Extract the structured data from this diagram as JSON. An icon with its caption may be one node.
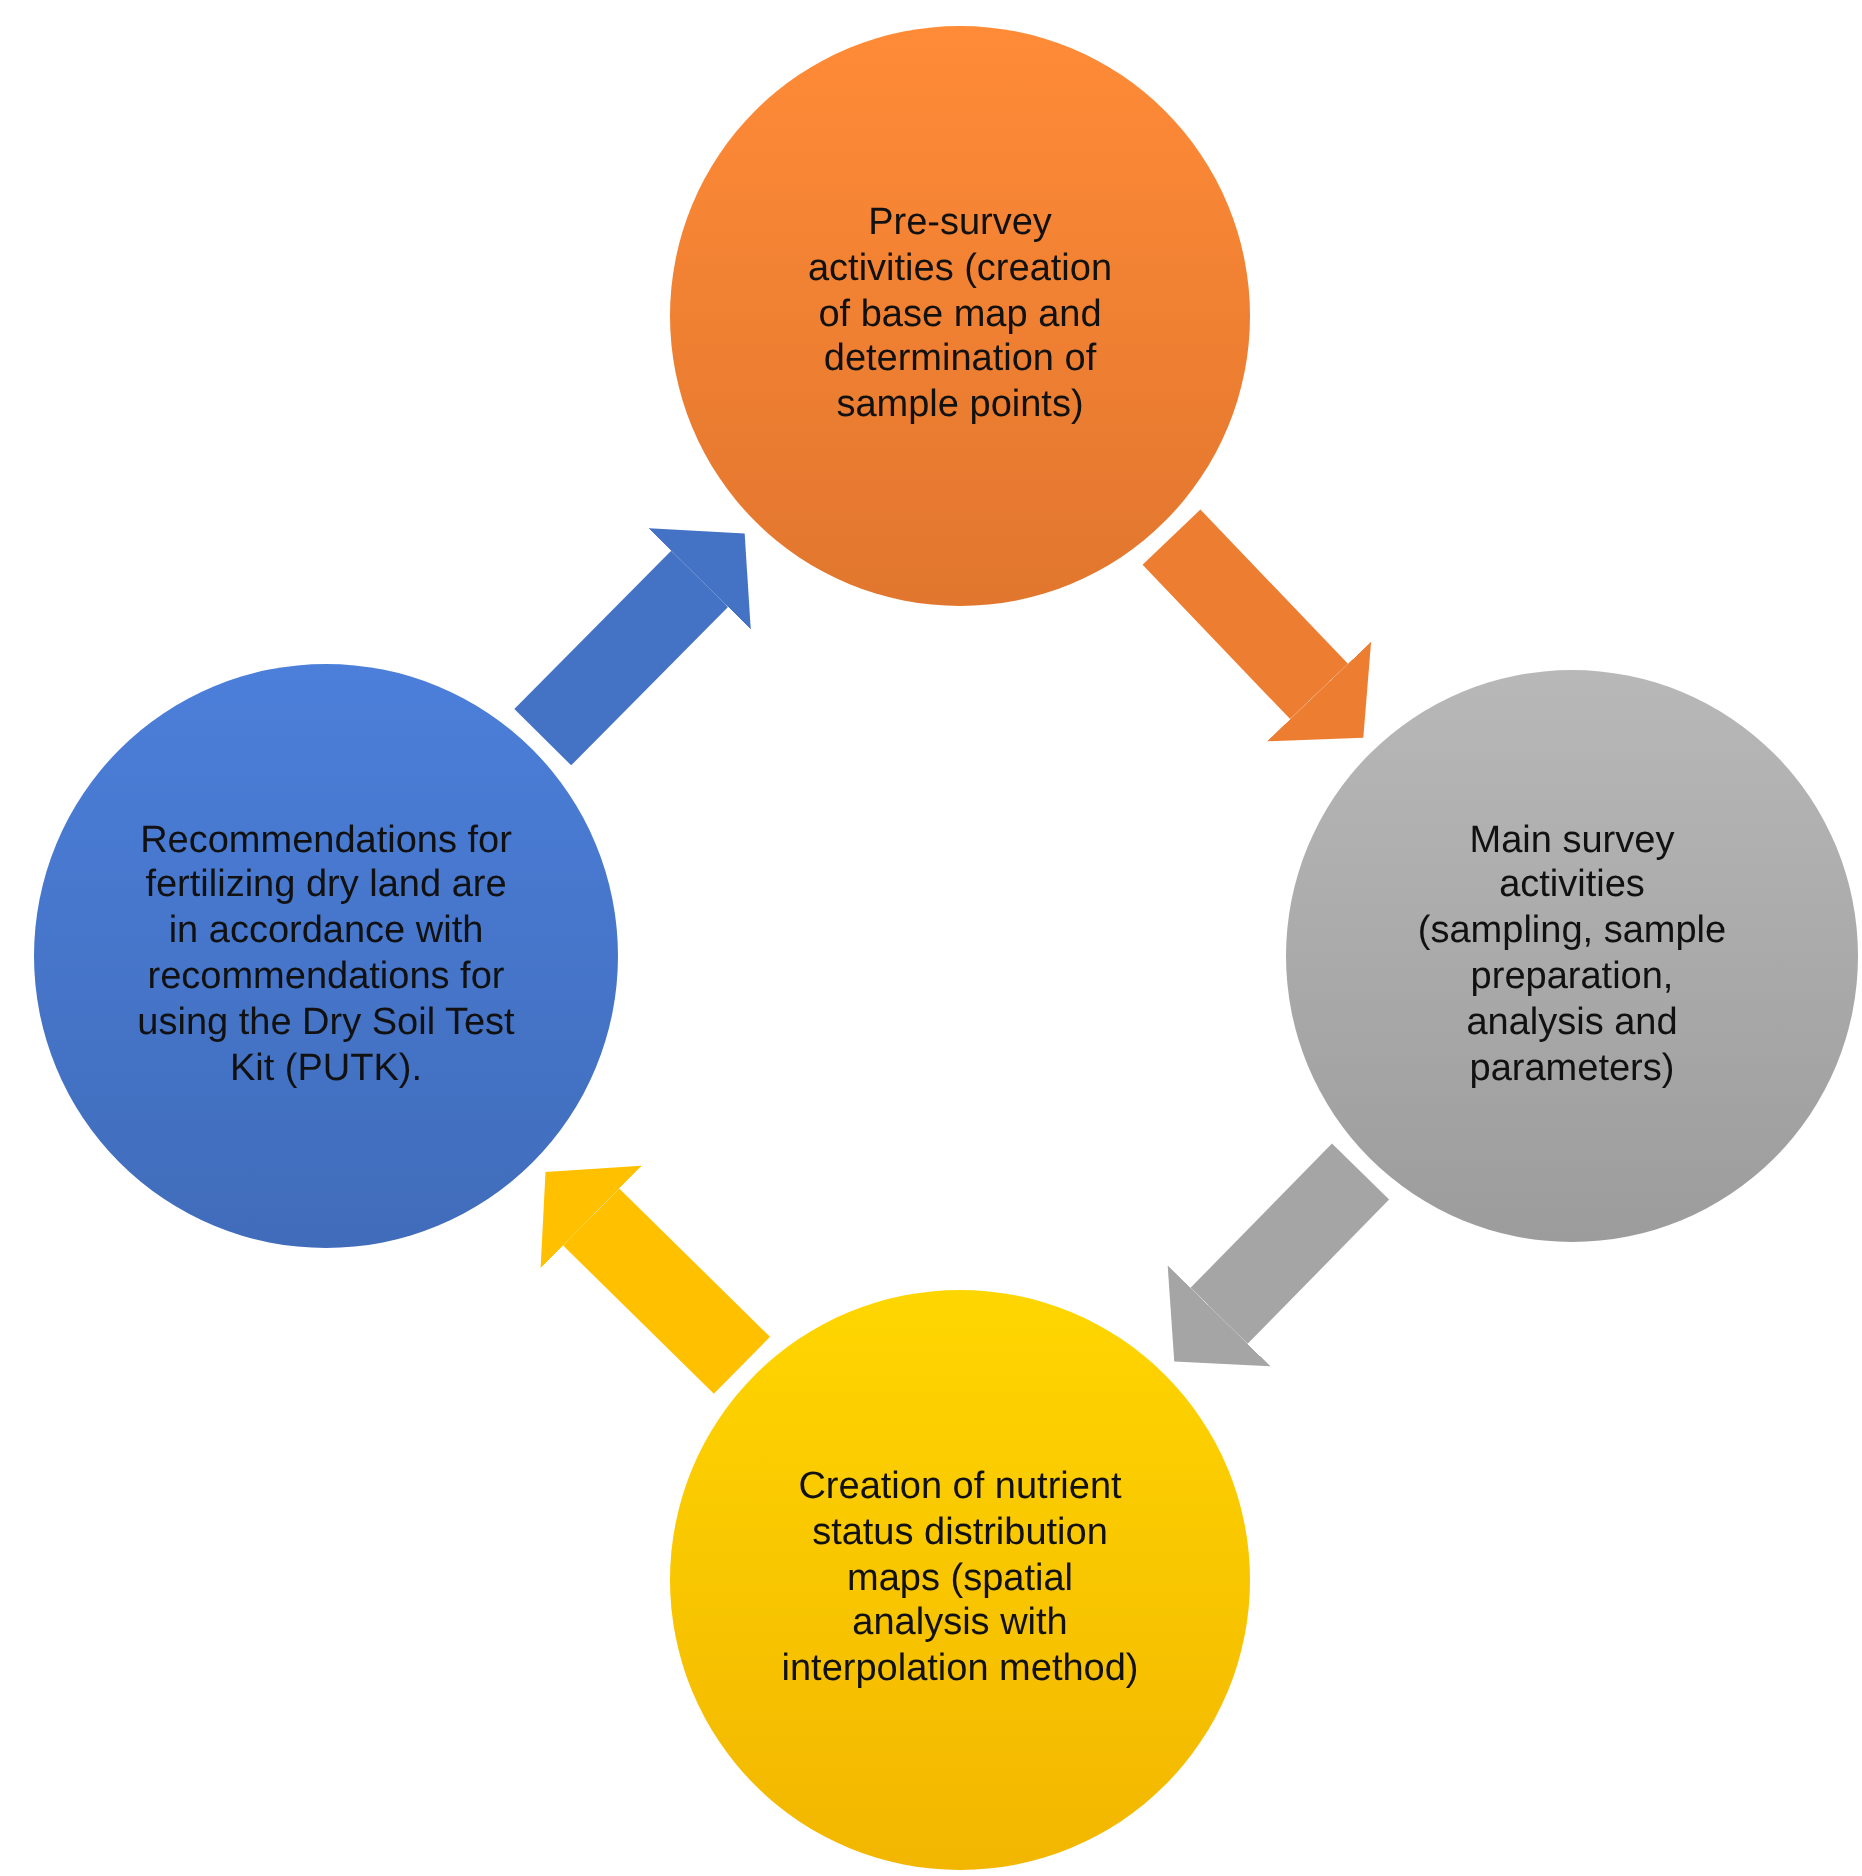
{
  "diagram": {
    "nodes": [
      {
        "text": [
          "Pre-survey activities (creation of base map and determination of sample points)"
        ]
      },
      {
        "text": [
          "Main survey activities (sampling, sample preparation, analysis and parameters)"
        ]
      },
      {
        "text": [
          "Creation of nutrient status distribution maps (spatial analysis with interpolation method)"
        ]
      },
      {
        "text": [
          "Recommendations for fertilizing dry land are in accordance with recommendations for using the Dry Soil Test Kit (PUTK)."
        ]
      }
    ],
    "edges": [
      {
        "from": 0,
        "to": 1,
        "arrow": "to",
        "color": "#ed7d31"
      },
      {
        "from": 1,
        "to": 2,
        "arrow": "to",
        "color": "#a5a5a5"
      },
      {
        "from": 2,
        "to": 3,
        "arrow": "to",
        "color": "#ffc000"
      },
      {
        "from": 3,
        "to": 0,
        "arrow": "to",
        "color": "#4472c4"
      }
    ]
  }
}
